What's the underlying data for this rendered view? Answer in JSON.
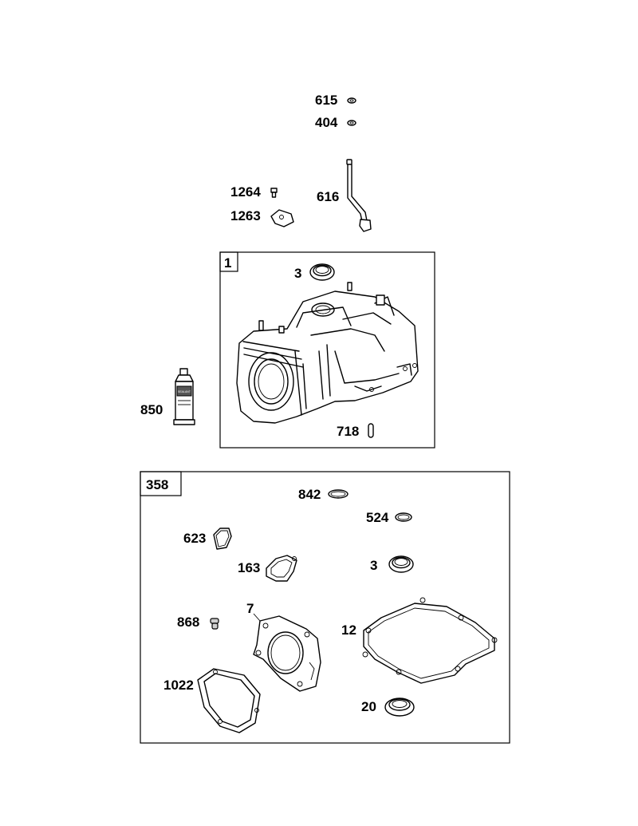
{
  "labels": {
    "p615": "615",
    "p404": "404",
    "p1264": "1264",
    "p1263": "1263",
    "p616": "616",
    "p1": "1",
    "p3_top": "3",
    "p850": "850",
    "p718": "718",
    "p358": "358",
    "p842": "842",
    "p524": "524",
    "p623": "623",
    "p163": "163",
    "p3_kit": "3",
    "p868": "868",
    "p7": "7",
    "p12": "12",
    "p1022": "1022",
    "p20": "20"
  },
  "tube_text": "SEALANT"
}
